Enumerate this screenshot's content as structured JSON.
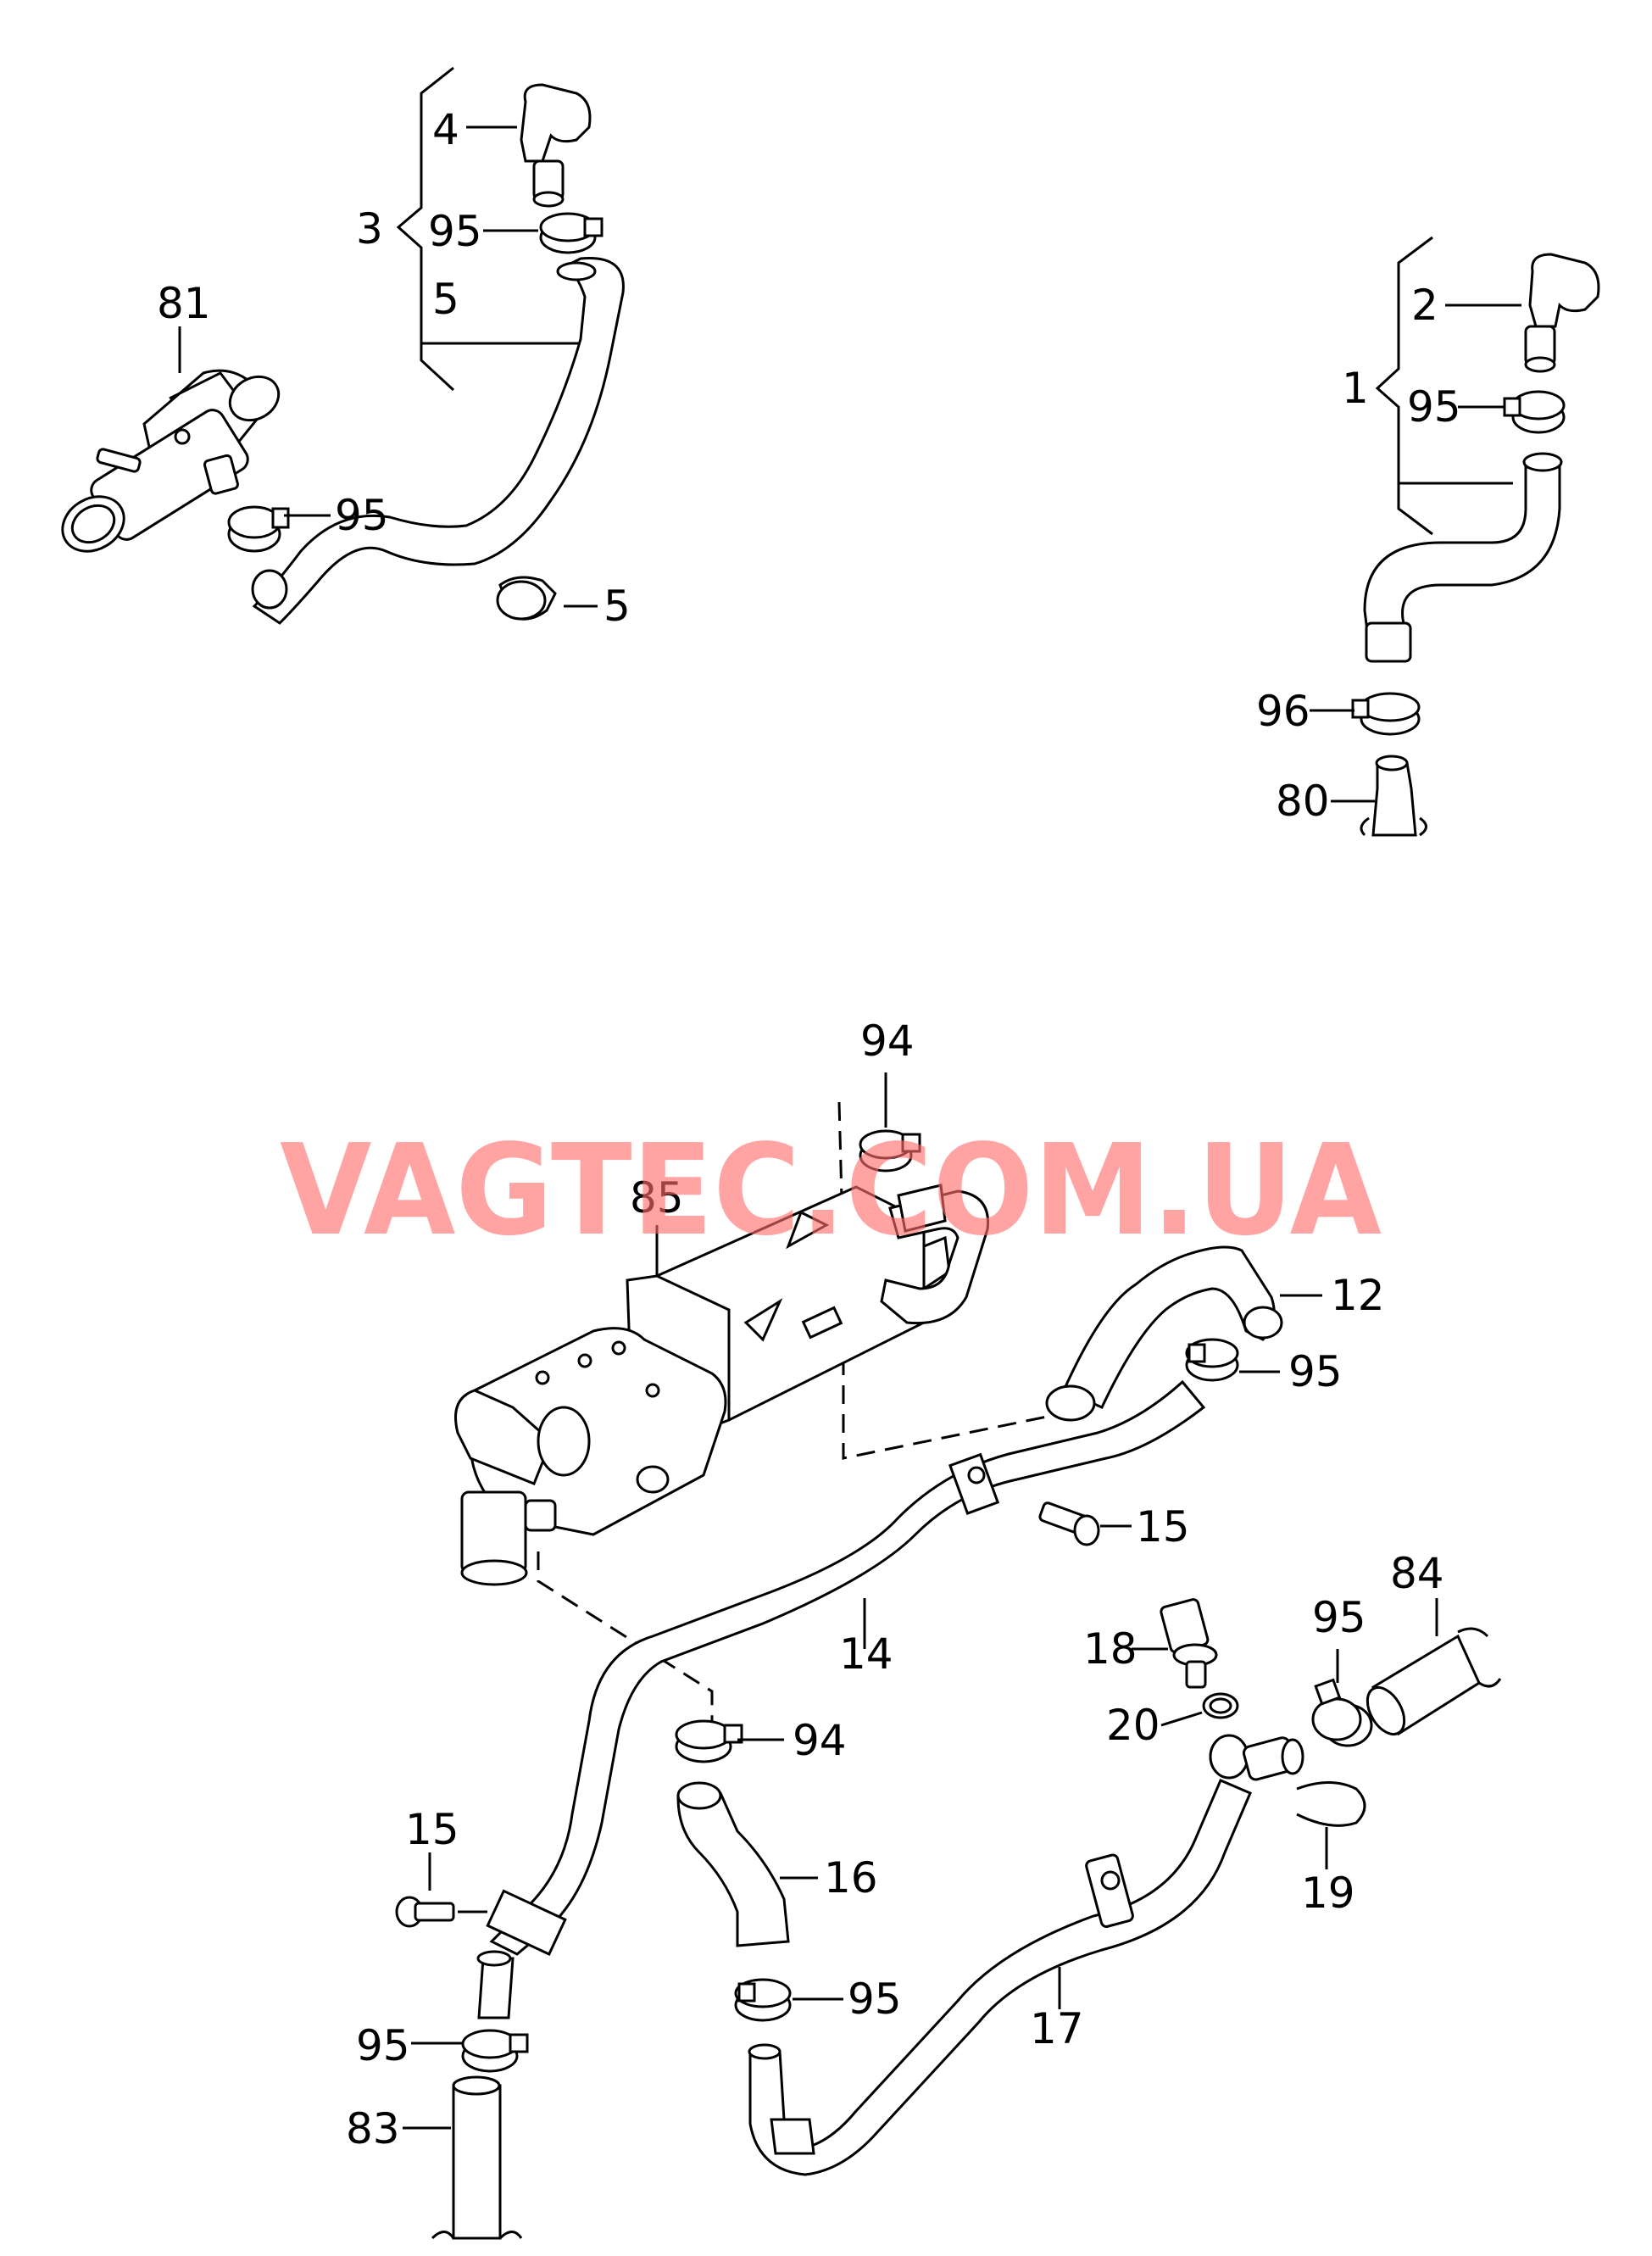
{
  "watermark": "VAGTEC.COM.UA",
  "callouts": {
    "c1": "1",
    "c2": "2",
    "c3": "3",
    "c4": "4",
    "c5a": "5",
    "c5b": "5",
    "c12": "12",
    "c14": "14",
    "c15a": "15",
    "c15b": "15",
    "c16": "16",
    "c17": "17",
    "c18": "18",
    "c19": "19",
    "c20": "20",
    "c80": "80",
    "c81": "81",
    "c83": "83",
    "c84": "84",
    "c85": "85",
    "c94a": "94",
    "c94b": "94",
    "c95a": "95",
    "c95b": "95",
    "c95c": "95",
    "c95d": "95",
    "c95e": "95",
    "c95f": "95",
    "c95g": "95",
    "c96": "96"
  },
  "colors": {
    "watermark": "#ff6b6b",
    "line": "#000000",
    "background": "#ffffff"
  }
}
